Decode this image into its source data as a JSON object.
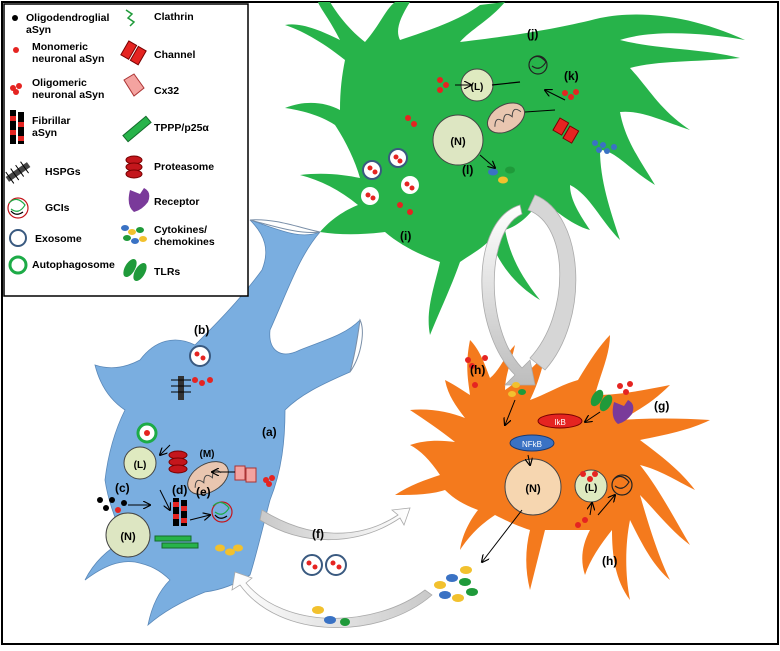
{
  "legend": {
    "items": [
      {
        "label": "Oligodendroglial\naSyn",
        "icon": "black-dots-icon"
      },
      {
        "label": "Monomeric\nneuronal aSyn",
        "icon": "red-dot-icon"
      },
      {
        "label": "Oligomeric\nneuronal aSyn",
        "icon": "red-cluster-icon"
      },
      {
        "label": "Fibrillar\naSyn",
        "icon": "fibril-icon"
      },
      {
        "label": "HSPGs",
        "icon": "hspg-icon"
      },
      {
        "label": "GCIs",
        "icon": "gci-icon"
      },
      {
        "label": "Exosome",
        "icon": "exosome-icon"
      },
      {
        "label": "Autophagosome",
        "icon": "autophagosome-icon"
      },
      {
        "label": "Clathrin",
        "icon": "clathrin-icon"
      },
      {
        "label": "Channel",
        "icon": "channel-icon"
      },
      {
        "label": "Cx32",
        "icon": "cx32-icon"
      },
      {
        "label": "TPPP/p25α",
        "icon": "tppp-icon"
      },
      {
        "label": "Proteasome",
        "icon": "proteasome-icon"
      },
      {
        "label": "Receptor",
        "icon": "receptor-icon"
      },
      {
        "label": "Cytokines/\nchemokines",
        "icon": "cytokines-icon"
      },
      {
        "label": "TLRs",
        "icon": "tlr-icon"
      }
    ]
  },
  "labels": {
    "a": "(a)",
    "b": "(b)",
    "c": "(c)",
    "d": "(d)",
    "e": "(e)",
    "f": "(f)",
    "g": "(g)",
    "h1": "(h)",
    "h2": "(h)",
    "i": "(i)",
    "j": "(j)",
    "k": "(k)",
    "l": "(l)"
  },
  "organelles": {
    "nucleus": "(N)",
    "lysosome": "(L)",
    "mitochondrion": "(M)",
    "nfkb": "NFkB",
    "ikb": "IkB"
  },
  "colors": {
    "neuron": "#7aaee0",
    "oligodendrocyte": "#27b34a",
    "astrocyte": "#f47a1d",
    "asyn": "#e52421",
    "lysosome": "#dfeac0"
  }
}
